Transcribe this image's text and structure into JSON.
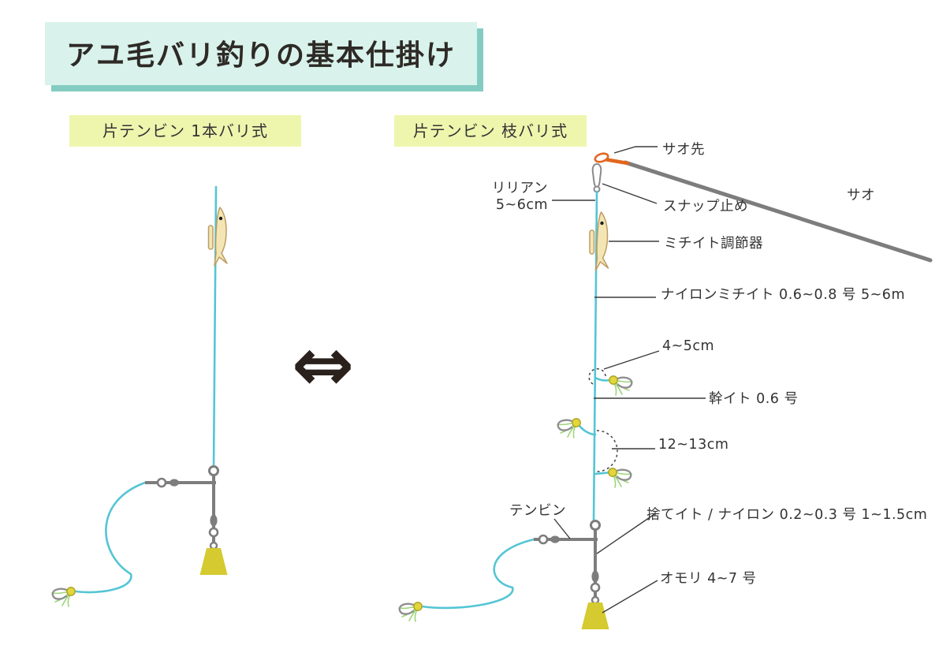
{
  "title": "アユ毛バリ釣りの基本仕掛け",
  "variants": {
    "left": "片テンビン 1本バリ式",
    "right": "片テンビン 枝バリ式"
  },
  "swap_symbol": "⇔",
  "labels": {
    "rod_tip": "サオ先",
    "rod": "サオ",
    "snap_stop": "スナップ止め",
    "lilian_name": "リリアン",
    "lilian_size": "5~6cm",
    "michiito_adjuster": "ミチイト調節器",
    "nylon_michiito": "ナイロンミチイト 0.6~0.8 号 5~6m",
    "branch_spacing_top": "4~5cm",
    "trunk_line": "幹イト 0.6 号",
    "branch_spacing_mid": "12~13cm",
    "tenbin": "テンビン",
    "sute_ito": "捨てイト / ナイロン 0.2~0.3 号 1~1.5cm",
    "omori": "オモリ 4~7 号"
  },
  "colors": {
    "line_cyan": "#55c5d5",
    "rod_gray": "#7d7d7d",
    "weight_yellow": "#d5ca2f",
    "fly_hackle_green": "#9ed57c",
    "fly_bead_yellow": "#e2d63c",
    "fish_tan": "#f4e6b4",
    "rod_tip_orange": "#e2661f",
    "title_bg": "#d9f2ec",
    "title_shadow": "#84ccc2",
    "variant_bg": "#eef6ae"
  }
}
